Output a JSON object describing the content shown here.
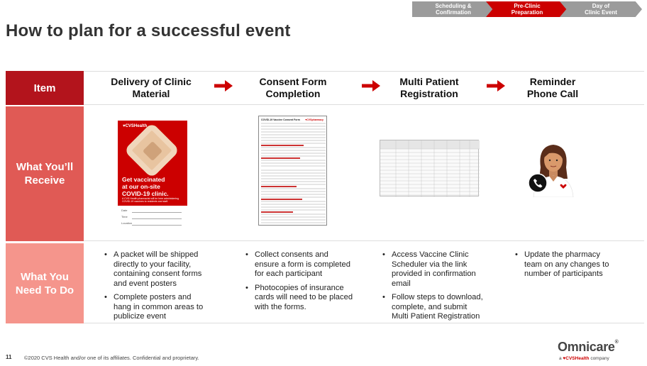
{
  "progress": {
    "steps": [
      {
        "label": "Scheduling &\nConfirmation",
        "active": false
      },
      {
        "label": "Pre-Clinic\nPreparation",
        "active": true
      },
      {
        "label": "Day of\nClinic Event",
        "active": false
      }
    ]
  },
  "title": "How to plan for a successful event",
  "rows": {
    "item": "Item",
    "receive": "What You’ll\nReceive",
    "todo": "What You\nNeed To Do"
  },
  "columns": [
    {
      "heading": "Delivery of Clinic\nMaterial",
      "bullets": [
        "A packet will be shipped\ndirectly to your facility,\ncontaining consent forms\nand event posters",
        "Complete posters and\nhang in common areas to\npublicize event"
      ]
    },
    {
      "heading": "Consent Form\nCompletion",
      "bullets": [
        "Collect consents and\nensure a form is completed\nfor each participant",
        "Photocopies of insurance\ncards will need to be placed\nwith the forms."
      ]
    },
    {
      "heading": "Multi Patient\nRegistration",
      "bullets": [
        "Access Vaccine Clinic\nScheduler via the link\nprovided in confirmation\nemail",
        "Follow steps to download,\ncomplete, and submit\nMulti Patient Registration"
      ]
    },
    {
      "heading": "Reminder\nPhone Call",
      "bullets": [
        "Update the pharmacy\nteam on any changes to\nnumber of participants"
      ]
    }
  ],
  "poster": {
    "logo": "♥CVSHealth",
    "headline": "Get vaccinated\nat our on-site\nCOVID-19 clinic.",
    "fine_print": "A CVS Health pharmacist will be here administering COVID-19 vaccines to residents and staff.",
    "fields": [
      "Date",
      "Time",
      "Location"
    ]
  },
  "consent_form": {
    "title": "COVID-19 Vaccine Consent Form",
    "logo": "♥CVSpharmacy"
  },
  "footer": {
    "page_number": "11",
    "copyright": "©2020 CVS Health and/or one of its affiliates. Confidential and proprietary."
  },
  "brand": {
    "name": "Omnicare",
    "tagline_prefix": "a ",
    "tagline_brand": "♥CVSHealth",
    "tagline_suffix": " company"
  },
  "colors": {
    "accent_red": "#cc0000",
    "row_item": "#b3141c",
    "row_receive": "#e05a55",
    "row_todo": "#f5958c",
    "step_inactive": "#9b9b9b"
  },
  "icons": [
    "arrow-right-icon",
    "phone-icon",
    "heart-icon",
    "registered-mark-icon"
  ]
}
